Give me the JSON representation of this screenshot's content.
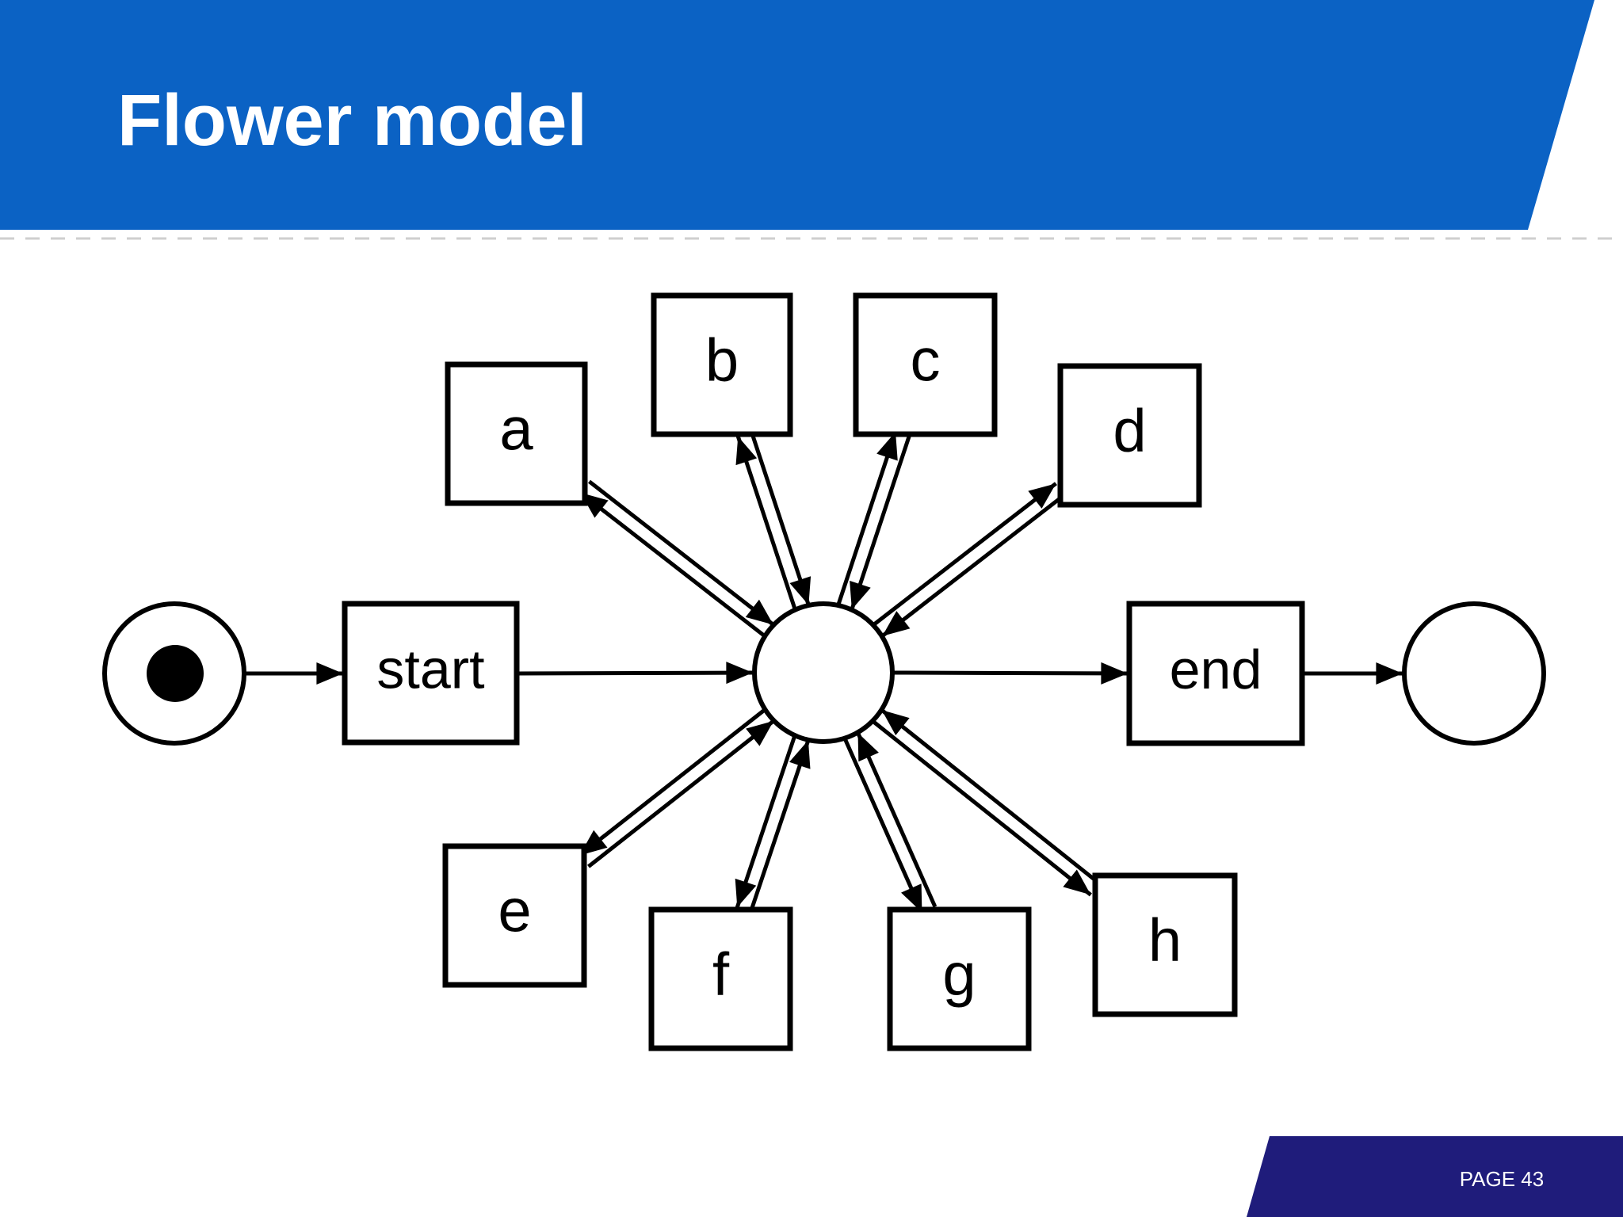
{
  "slide": {
    "title": "Flower model",
    "page_label": "PAGE 43"
  },
  "colors": {
    "banner_blue": "#0b62c4",
    "footer_navy": "#1f1c7b",
    "ink": "#000000",
    "paper": "#ffffff",
    "banner_text": "#ffffff",
    "separator_gray": "#cfcfcf"
  },
  "diagram": {
    "kind": "petri-net",
    "start_label": "start",
    "end_label": "end",
    "petal_labels": [
      "a",
      "b",
      "c",
      "d",
      "e",
      "f",
      "g",
      "h"
    ],
    "places": {
      "initial_has_token": true,
      "center_has_token": false,
      "final_has_token": false
    },
    "flows": [
      "initial -> start",
      "start -> center",
      "center <-> a",
      "center <-> b",
      "center <-> c",
      "center <-> d",
      "center <-> e",
      "center <-> f",
      "center <-> g",
      "center <-> h",
      "center -> end",
      "end -> final"
    ]
  }
}
